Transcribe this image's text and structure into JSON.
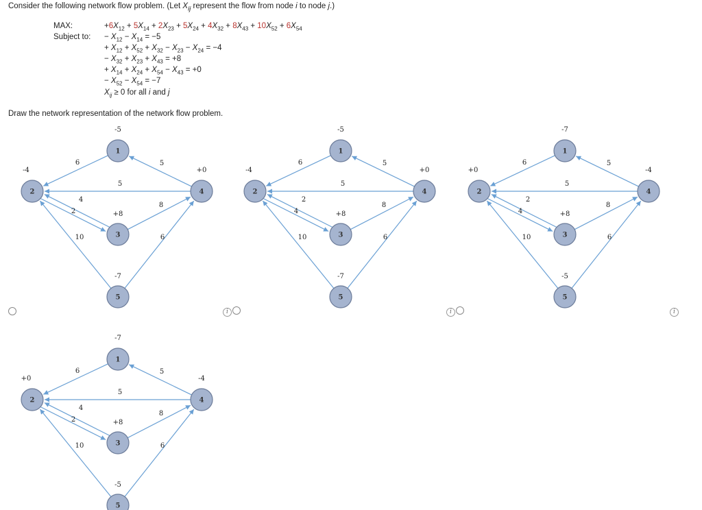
{
  "question": {
    "prefix": "Consider the following network flow problem. (Let ",
    "var": "X",
    "var_sub": "ij",
    "suffix": " represent the flow from node ",
    "i": "i",
    "mid": " to node ",
    "j": "j",
    "end": ".)"
  },
  "lp": {
    "max_label": "MAX:",
    "subject_label": "Subject to:",
    "objective": [
      {
        "sign": "+",
        "coef": "6",
        "sub": "12"
      },
      {
        "sign": " + ",
        "coef": "5",
        "sub": "14"
      },
      {
        "sign": " + ",
        "coef": "2",
        "sub": "23"
      },
      {
        "sign": " + ",
        "coef": "5",
        "sub": "24"
      },
      {
        "sign": " + ",
        "coef": "4",
        "sub": "32"
      },
      {
        "sign": " + ",
        "coef": "8",
        "sub": "43"
      },
      {
        "sign": " + ",
        "coef": "10",
        "sub": "52"
      },
      {
        "sign": " + ",
        "coef": "6",
        "sub": "54"
      }
    ],
    "constraints": [
      {
        "terms": [
          [
            "− ",
            "12"
          ],
          [
            " − ",
            "14"
          ]
        ],
        "rhs": " = −5"
      },
      {
        "terms": [
          [
            "+ ",
            "12"
          ],
          [
            " + ",
            "52"
          ],
          [
            " + ",
            "32"
          ],
          [
            " − ",
            "23"
          ],
          [
            " − ",
            "24"
          ]
        ],
        "rhs": " = −4"
      },
      {
        "terms": [
          [
            "− ",
            "32"
          ],
          [
            " + ",
            "23"
          ],
          [
            " + ",
            "43"
          ]
        ],
        "rhs": " = +8"
      },
      {
        "terms": [
          [
            "+ ",
            "14"
          ],
          [
            " + ",
            "24"
          ],
          [
            " + ",
            "54"
          ],
          [
            " − ",
            "43"
          ]
        ],
        "rhs": " = +0"
      },
      {
        "terms": [
          [
            "− ",
            "52"
          ],
          [
            " − ",
            "54"
          ]
        ],
        "rhs": " = −7"
      }
    ],
    "nonneg_var": "X",
    "nonneg_sub": "ij",
    "nonneg_text": " ≥  0 for all ",
    "nonneg_i": "i",
    "nonneg_and": " and ",
    "nonneg_j": "j"
  },
  "draw_prompt": "Draw the network representation of the network flow problem.",
  "info_glyph": "i",
  "options": [
    {
      "id": "a",
      "supplies": {
        "1": "-5",
        "2": "-4",
        "3": "+8",
        "4": "+0",
        "5": "-7"
      },
      "weights": {
        "w12": "6",
        "w14": "5",
        "w42": "5",
        "w23": "4",
        "w32": "2",
        "w43": "8",
        "w52": "10",
        "w54": "6"
      }
    },
    {
      "id": "b",
      "supplies": {
        "1": "-5",
        "2": "-4",
        "3": "+8",
        "4": "+0",
        "5": "-7"
      },
      "weights": {
        "w12": "6",
        "w14": "5",
        "w42": "5",
        "w23": "2",
        "w32": "4",
        "w43": "8",
        "w52": "10",
        "w54": "6"
      }
    },
    {
      "id": "c",
      "supplies": {
        "1": "-7",
        "2": "+0",
        "3": "+8",
        "4": "-4",
        "5": "-5"
      },
      "weights": {
        "w12": "6",
        "w14": "5",
        "w42": "5",
        "w23": "2",
        "w32": "4",
        "w43": "8",
        "w52": "10",
        "w54": "6"
      }
    },
    {
      "id": "d",
      "supplies": {
        "1": "-7",
        "2": "+0",
        "3": "+8",
        "4": "-4",
        "5": "-5"
      },
      "weights": {
        "w12": "6",
        "w14": "5",
        "w42": "5",
        "w23": "4",
        "w32": "2",
        "w43": "8",
        "w52": "10",
        "w54": "6"
      }
    }
  ],
  "colors": {
    "node_fill": "#a5b4cf",
    "edge": "#6aa0d4",
    "coef_red": "#b8322d"
  }
}
